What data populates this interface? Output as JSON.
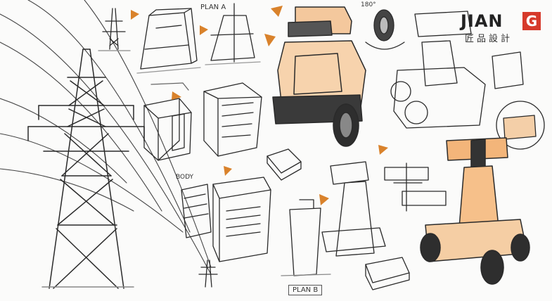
{
  "brand": {
    "name": "JIAN",
    "badge": "G",
    "subtitle": "匠品設計",
    "badge_color": "#d63a2b"
  },
  "labels": {
    "plan_a": "PLAN A",
    "plan_b": "PLAN B",
    "body": "BODY",
    "rotation": "180°"
  },
  "colors": {
    "ink": "#2a2a2a",
    "accent_orange": "#f0b27a",
    "arrow_orange": "#d9822b"
  }
}
